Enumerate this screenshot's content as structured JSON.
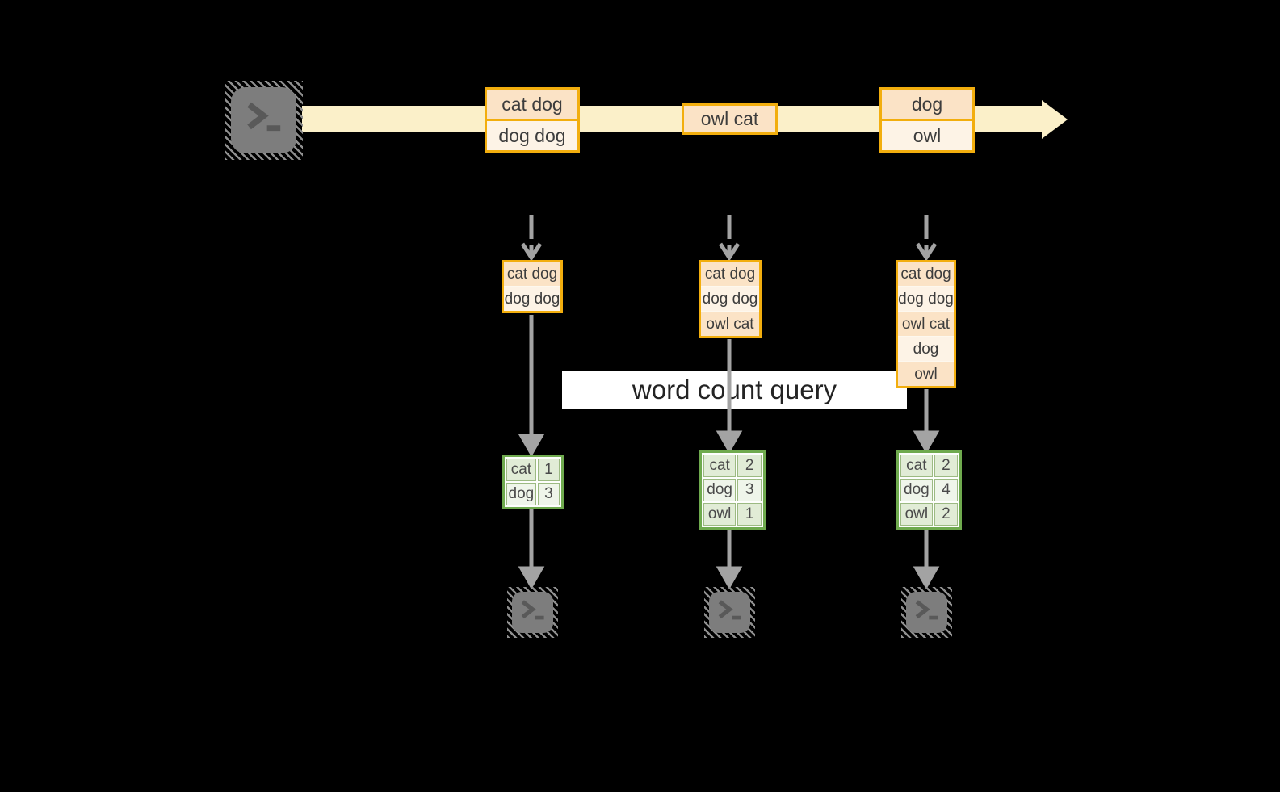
{
  "query_label": "word count query",
  "stream": {
    "batches": [
      {
        "lines": [
          "cat dog",
          "dog dog"
        ]
      },
      {
        "lines": [
          "owl cat"
        ]
      },
      {
        "lines": [
          "dog",
          "owl"
        ]
      }
    ]
  },
  "columns": [
    {
      "state_lines": [
        "cat dog",
        "dog dog"
      ],
      "counts": [
        {
          "word": "cat",
          "count": 1
        },
        {
          "word": "dog",
          "count": 3
        }
      ]
    },
    {
      "state_lines": [
        "cat dog",
        "dog dog",
        "owl cat"
      ],
      "counts": [
        {
          "word": "cat",
          "count": 2
        },
        {
          "word": "dog",
          "count": 3
        },
        {
          "word": "owl",
          "count": 1
        }
      ]
    },
    {
      "state_lines": [
        "cat dog",
        "dog dog",
        "owl cat",
        "dog",
        "owl"
      ],
      "counts": [
        {
          "word": "cat",
          "count": 2
        },
        {
          "word": "dog",
          "count": 4
        },
        {
          "word": "owl",
          "count": 2
        }
      ]
    }
  ],
  "icons": {
    "source": "terminal-icon",
    "sink": "terminal-icon"
  },
  "colors": {
    "background": "#000000",
    "stream_arrow": "#fbf0c9",
    "box_border": "#f2ae0e",
    "box_fill_dark": "#fbe3c6",
    "box_fill_light": "#fdf3e6",
    "table_border": "#6faa4e",
    "table_fill_dark": "#e1ecd6",
    "table_fill_light": "#eff5ea",
    "arrow_gray": "#a3a3a3",
    "query_band": "#ffffff",
    "text": "#3d3d3d"
  }
}
